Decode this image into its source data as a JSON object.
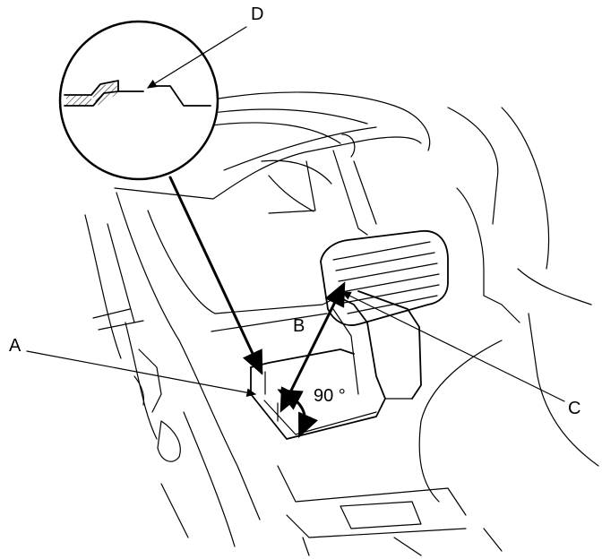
{
  "labels": {
    "a": "A",
    "b": "B",
    "c": "C",
    "d": "D",
    "angle": "90 °"
  }
}
